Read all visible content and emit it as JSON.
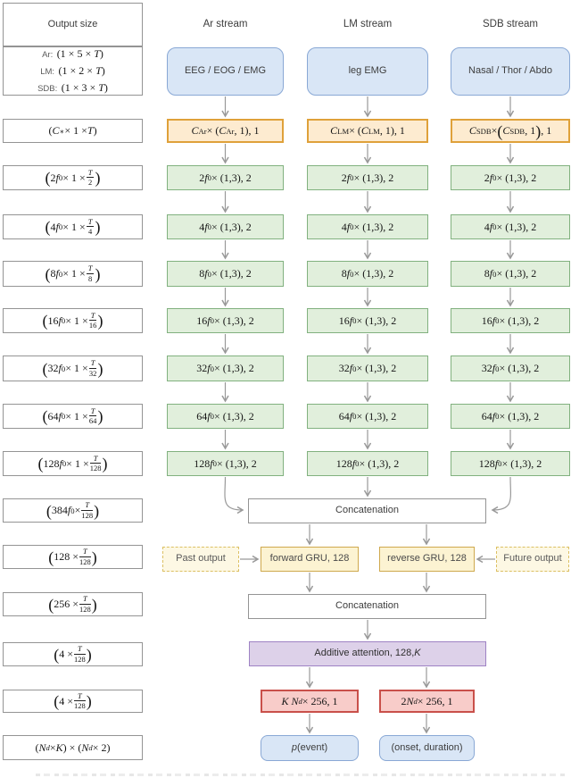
{
  "left_panel": {
    "header": "Output size",
    "io_sizes": [
      {
        "label": "Ar:",
        "math": "(1 × 5 × *T*)"
      },
      {
        "label": "LM:",
        "math": "(1 × 2 × *T*)"
      },
      {
        "label": "SDB:",
        "math": "(1 × 3 × *T*)"
      }
    ],
    "rows": [
      "(*C*_{∗} × 1 × *T*)",
      "\\b(2*f*_{0} × 1 × \\frac{*T*}{2}\\b)",
      "\\b(4*f*_{0} × 1 × \\frac{*T*}{4}\\b)",
      "\\b(8*f*_{0} × 1 × \\frac{*T*}{8}\\b)",
      "\\b(16*f*_{0} × 1 × \\frac{*T*}{16}\\b)",
      "\\b(32*f*_{0} × 1 × \\frac{*T*}{32}\\b)",
      "\\b(64*f*_{0} × 1 × \\frac{*T*}{64}\\b)",
      "\\b(128*f*_{0} × 1 × \\frac{*T*}{128}\\b)",
      "\\b(384*f*_{0} × \\frac{*T*}{128}\\b)",
      "\\b(128 × \\frac{*T*}{128}\\b)",
      "\\b(256 × \\frac{*T*}{128}\\b)",
      "\\b(4 × \\frac{*T*}{128}\\b)",
      "\\b(4 × \\frac{*T*}{128}\\b)",
      "(*N*_{*d*} × *K*) × (*N*_{*d*} × 2)"
    ]
  },
  "streams": {
    "headers": [
      "Ar stream",
      "LM stream",
      "SDB stream"
    ],
    "inputs": [
      "EEG / EOG / EMG",
      "leg EMG",
      "Nasal / Thor / Abdo"
    ],
    "first_conv": [
      "*C*_{Ar} × (*C*_{Ar}, 1), 1",
      "*C*_{LM} × (*C*_{LM}, 1), 1",
      "*C*_{SDB} × \\b(*C*_{SDB}, 1\\b), 1"
    ],
    "conv_rows": [
      "2*f*_{0} × (1,3), 2",
      "4*f*_{0} × (1,3), 2",
      "8*f*_{0} × (1,3), 2",
      "16*f*_{0} × (1,3), 2",
      "32*f*_{0} × (1,3), 2",
      "64*f*_{0} × (1,3), 2",
      "128*f*_{0} × (1,3), 2"
    ]
  },
  "fusion": {
    "concat1": "Concatenation",
    "past_output": "Past output",
    "forward_gru": "forward GRU, 128",
    "reverse_gru": "reverse GRU, 128",
    "future_output": "Future output",
    "concat2": "Concatenation",
    "attention": "Additive attention, 128, *K*",
    "event_fc": "*K N*_{*d*} × 256, 1",
    "regression_fc": "2*N*_{*d*} × 256, 1",
    "event_output": "*p*(event)",
    "regression_output": "(onset, duration)"
  },
  "palette": {
    "blue_fill": "#d9e6f6",
    "blue_border": "#89a8d5",
    "orange_fill": "#fdebd0",
    "orange_border": "#dfa13a",
    "green_fill": "#e1efdc",
    "green_border": "#81b17f",
    "yellow_fill": "#fcf3d2",
    "yellow_border": "#cfa94e",
    "dashed_fill": "#fdf8e4",
    "dashed_border": "#dcc063",
    "purple_fill": "#ddd1e9",
    "purple_border": "#9e82c4",
    "red_fill": "#f8ccc9",
    "red_border": "#c9504a",
    "gray_border": "#949494",
    "arrow": "#999999"
  }
}
